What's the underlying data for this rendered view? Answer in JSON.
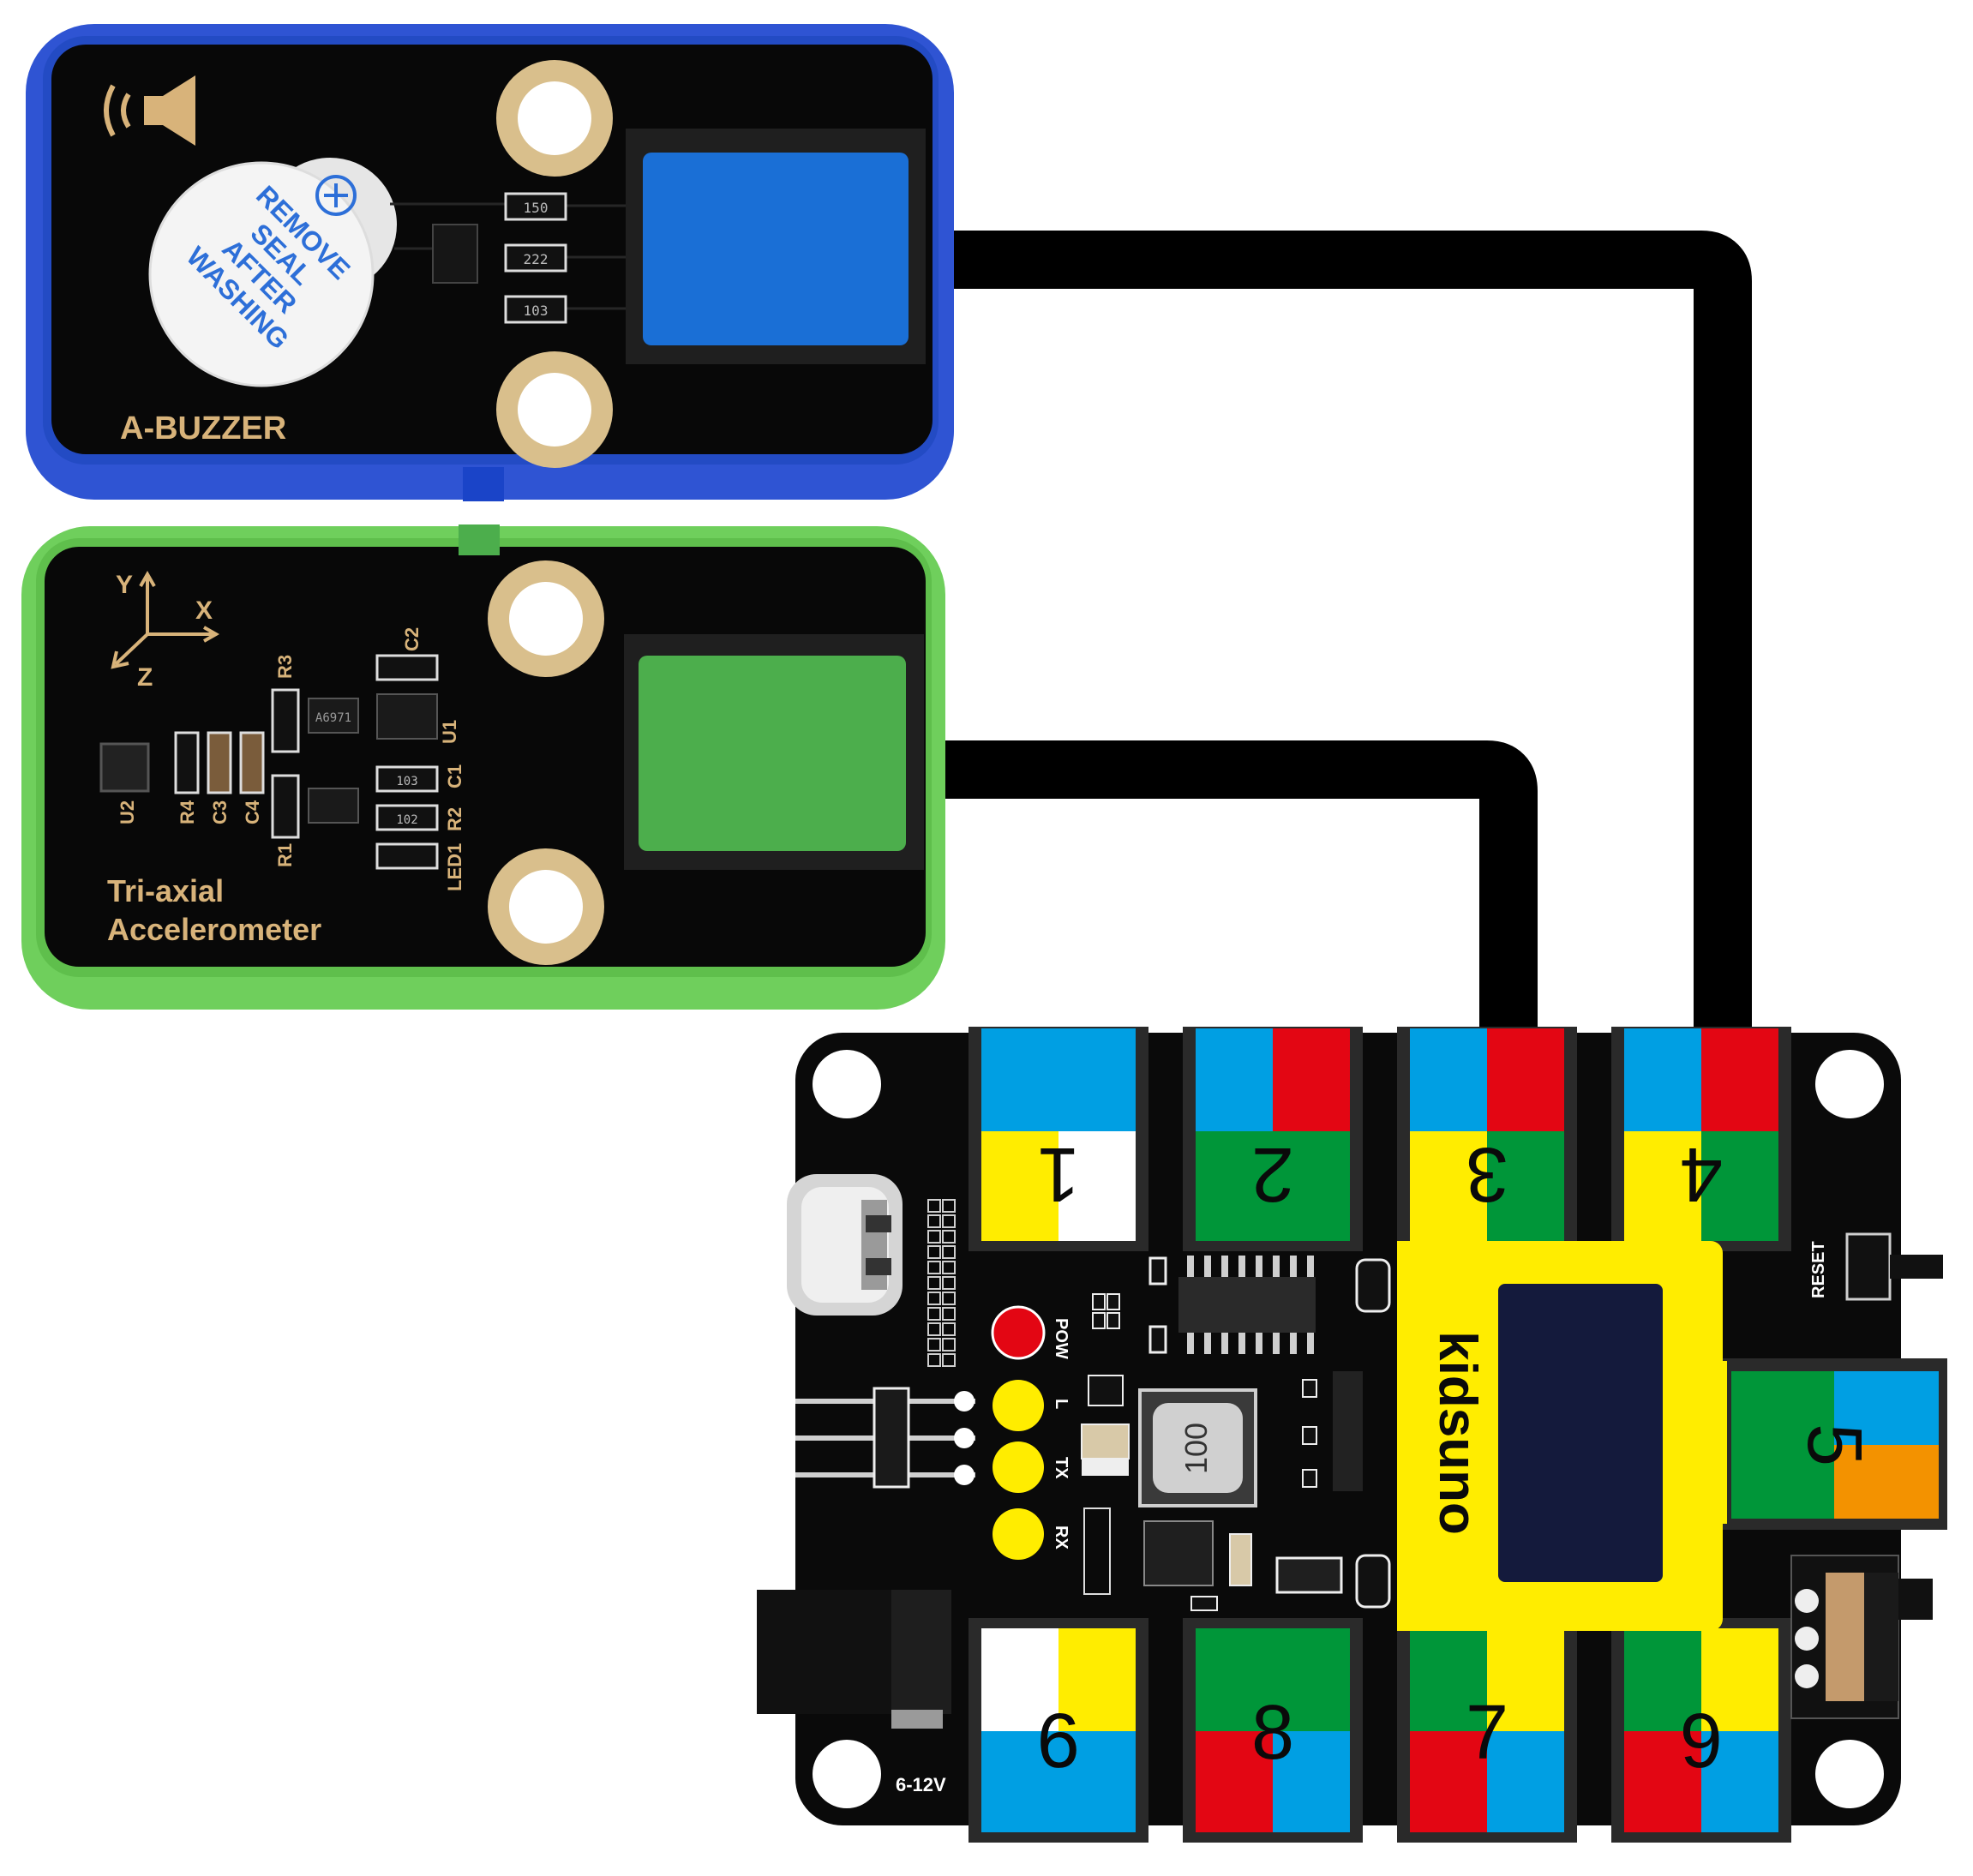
{
  "buzzer_module": {
    "label": "A-BUZZER",
    "seal_lines": [
      "REMOVE",
      "SEAL",
      "AFTER",
      "WASHING"
    ],
    "resistor_codes": [
      "150",
      "222",
      "103"
    ],
    "frame_color": "#2f54d3",
    "port_color": "#1a6fd6"
  },
  "accel_module": {
    "label_lines": [
      "Tri-axial",
      "Accelerometer"
    ],
    "axis_labels": [
      "Y",
      "X",
      "Z"
    ],
    "component_labels": [
      "R3",
      "C2",
      "U1",
      "C1",
      "R2",
      "LED1",
      "R1",
      "R4",
      "C3",
      "C4",
      "U2"
    ],
    "chip_codes": [
      "A6971",
      "103",
      "102"
    ],
    "frame_color": "#6fcf5c",
    "port_color": "#4cae4c"
  },
  "mainboard": {
    "brand": "kidsuno",
    "port_numbers": [
      "1",
      "2",
      "3",
      "4",
      "5",
      "6",
      "7",
      "8",
      "9"
    ],
    "inductor_code": "100",
    "silkscreen": {
      "pow": "POW",
      "l": "L",
      "tx": "TX",
      "rx": "RX",
      "reset": "RESET",
      "power_input": "6-12V"
    },
    "colors": {
      "blue": "#009fe3",
      "red": "#e30613",
      "green": "#009639",
      "yellow": "#ffed00",
      "white": "#ffffff",
      "orange": "#f39200"
    }
  }
}
